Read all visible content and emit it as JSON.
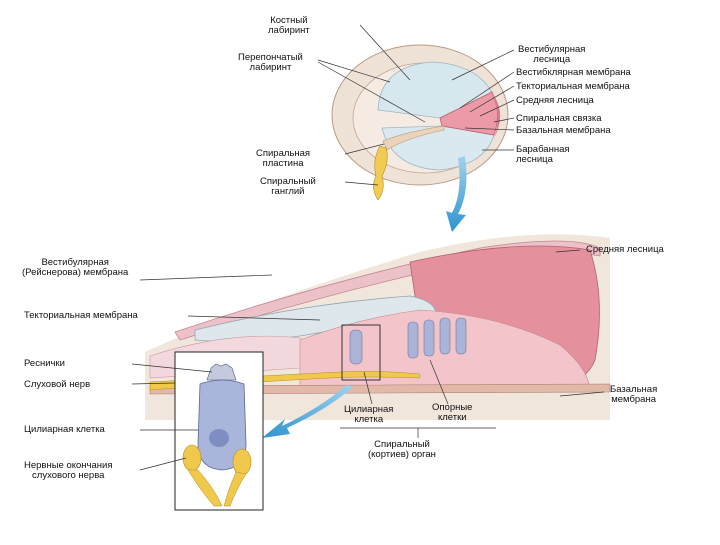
{
  "labels": {
    "bony_labyrinth": "Костный\nлабиринт",
    "membranous_labyrinth": "Перепончатый\nлабиринт",
    "vestibular_scala_top": "Вестибулярная\nлесница",
    "vestibular_membrane_top": "Вестибклярная мембрана",
    "tectorial_membrane_top": "Текториальная мембрана",
    "middle_scala_top": "Средняя лесница",
    "spiral_ligament": "Спиральная связка",
    "basilar_membrane_top": "Базальная мембрана",
    "tympanic_scala": "Барабанная\nлесница",
    "spiral_lamina": "Спиральная\nпластина",
    "spiral_ganglion": "Спиральный\nганглий",
    "vestibular_reissner_membrane": "Вестибулярная\n(Рейснерова) мембрана",
    "middle_scala_main": "Средняя лесница",
    "tectorial_membrane_main": "Текториальная мембрана",
    "cilia": "Реснички",
    "auditory_nerve": "Слуховой нерв",
    "hair_cell_left": "Цилиарная клетка",
    "nerve_endings": "Нервные окончания\nслухового нерва",
    "hair_cell_center": "Цилиарная\nклетка",
    "supporting_cells": "Опорные\nклетки",
    "organ_of_corti": "Спиральный\n(кортиев) орган",
    "basilar_membrane_main": "Базальная\nмембрана"
  },
  "colors": {
    "bone": "#eedfd2",
    "fluid_blue": "#d8e8ee",
    "membrane_pink": "#e59aa5",
    "tissue_pink": "#f2c6cc",
    "nerve_yellow": "#eec846",
    "hair_cell_blue": "#aab4d6",
    "arrow_blue": "#3aa3d6"
  }
}
